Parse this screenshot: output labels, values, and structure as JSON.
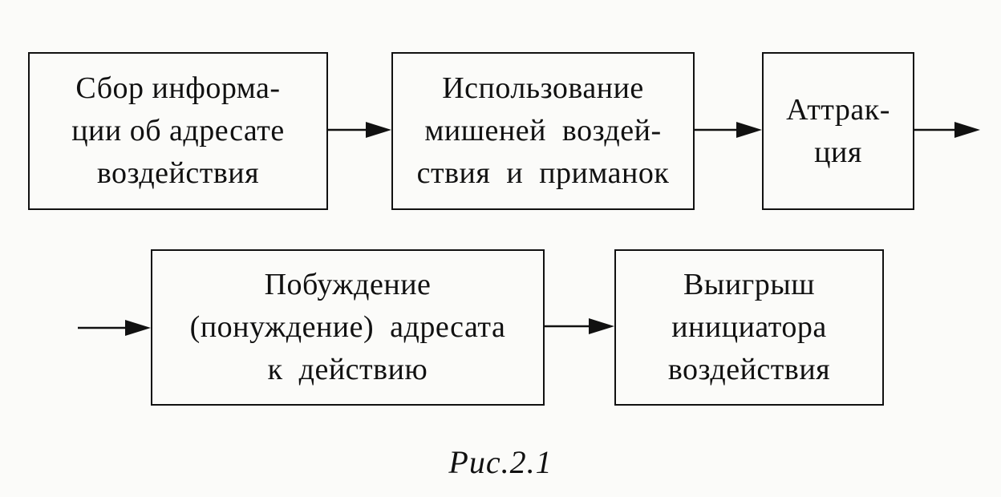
{
  "blocks": [
    {
      "id": "collect-info",
      "lines": [
        "Сбор информа-",
        "ции об адресате",
        "воздействия"
      ]
    },
    {
      "id": "use-targets",
      "lines": [
        "Использование",
        "мишеней  воздей-",
        "ствия  и  приманок"
      ]
    },
    {
      "id": "attraction",
      "lines": [
        "Аттрак-",
        "ция"
      ]
    },
    {
      "id": "inducement",
      "lines": [
        "Побуждение",
        "(понуждение)  адресата",
        "к  действию"
      ]
    },
    {
      "id": "initiator-gain",
      "lines": [
        "Выигрыш",
        "инициатора",
        "воздействия"
      ]
    }
  ],
  "caption": "Рис.2.1"
}
